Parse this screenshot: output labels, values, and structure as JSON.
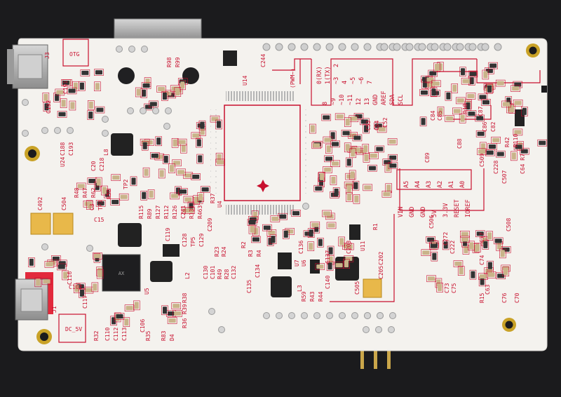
{
  "labels": {
    "otg": "OTG",
    "dc5v": "DC_5V",
    "pwm": "(PWM~)",
    "j3": "J3",
    "j1": "J1",
    "u14": "U14",
    "u4": "U4",
    "u5": "U5",
    "u7": "U7",
    "u6": "U6",
    "u24": "U24",
    "u11": "U11",
    "l8": "L8",
    "l3": "L3",
    "l2": "L2",
    "c244": "C244",
    "c492": "C492",
    "c504": "C504",
    "c505": "C505",
    "c509": "C509",
    "c508": "C508",
    "c506": "C506",
    "c222": "C222",
    "c272": "C272",
    "c77": "C77",
    "c74": "C74",
    "c73": "C73",
    "c75": "C75",
    "c76": "C76",
    "c70": "C70",
    "c63": "C63",
    "r15": "R15",
    "c88": "C88",
    "c89": "C89",
    "c84": "C84",
    "c85": "C85",
    "c86": "C86",
    "c82": "C82",
    "c87": "C87",
    "r18": "R18",
    "r42": "R42",
    "r110": "R110",
    "c64r7": "C64 R7",
    "c228": "C228",
    "c507": "C507",
    "r98": "R98",
    "r99": "R99",
    "c191": "C191",
    "c192": "C192",
    "c188": "C188",
    "c193": "C193",
    "c20": "C20",
    "c218": "C218",
    "r48": "R48",
    "r47": "R47",
    "r62": "R62",
    "tp2": "TP2",
    "c3": "C3",
    "tp3": "TP3",
    "r50": "R50",
    "c15": "C15",
    "r115": "R115",
    "r89": "R89",
    "r127": "R127",
    "r112": "R112",
    "r126": "R126",
    "c241": "C241",
    "r131": "R131",
    "r463": "R463",
    "r37": "R37",
    "c129": "C129",
    "tp5": "TP5",
    "c128": "C128",
    "c119": "C119",
    "c209": "C209",
    "r23": "R23",
    "r24": "R24",
    "r2": "R2",
    "c130": "C130",
    "c101": "C101",
    "r49": "R49",
    "r28": "R28",
    "c132": "C132",
    "c86b": "C86",
    "c134": "C134",
    "c135": "C135",
    "c136": "C136",
    "c137": "C137",
    "c140": "C140",
    "r3": "R3",
    "r4": "R4",
    "r59": "R59",
    "r43": "R43",
    "r44": "R44",
    "c203": "C203",
    "c202": "C202",
    "c205": "C205",
    "r1": "R1",
    "c116": "C116",
    "c102": "C102",
    "c117": "C117",
    "r32": "R32",
    "c110": "C110",
    "c112": "C112",
    "c113": "C113",
    "r35": "R35",
    "c106": "C106",
    "r83": "R83",
    "d4": "D4",
    "r36": "R36",
    "r38": "R38",
    "r39": "R39",
    "c36": "C36",
    "c35": "C35",
    "c52": "C52",
    "c53": "C53",
    "c54": "C54"
  },
  "header_left": [
    "0(RX)",
    "1(TX)",
    "~3",
    "4",
    "~5",
    "~6",
    "7"
  ],
  "header_left_prefix": [
    "",
    "",
    "2",
    "",
    "",
    "",
    ""
  ],
  "header_right": [
    "8",
    "~9",
    "~10",
    "~11",
    "12",
    "13",
    "GND",
    "AREF",
    "SDA",
    "SCL"
  ],
  "analog_pins": [
    "A5",
    "A4",
    "A3",
    "A2",
    "A1",
    "A0"
  ],
  "power_pins": [
    "VIN",
    "GND",
    "GND",
    "5V",
    "3.3V",
    "RESET",
    "IOREF"
  ],
  "colors": {
    "board": "#f4f2ee",
    "silk": "#c8102e",
    "pad": "#d8d8d8",
    "copper_gold": "#c9a227",
    "background": "#1a1a1c",
    "tantalum": "#e8b84a",
    "usb_metal": "#a9a9a9"
  }
}
